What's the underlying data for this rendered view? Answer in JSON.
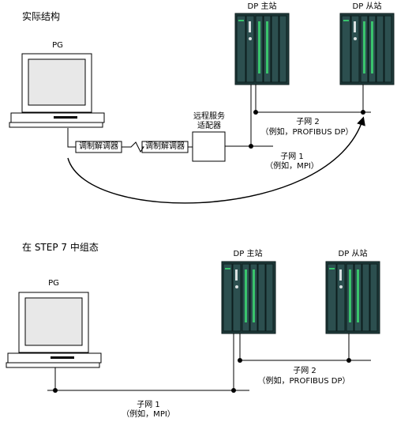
{
  "colors": {
    "plc_body": "#1f3b3b",
    "plc_module": "#2c4f4f",
    "plc_green": "#39c46c",
    "plc_line": "#0d1e1e",
    "pc_screen": "#e8e8e8",
    "line": "#000000"
  },
  "real": {
    "heading": "实际结构",
    "pg_label": "PG",
    "master_label": "DP 主站",
    "slave_label": "DP 从站",
    "modem1_label": "调制解调器",
    "modem2_label": "调制解调器",
    "remote_label_1": "远程服务",
    "remote_label_2": "适配器",
    "subnet2_name": "子网 2",
    "subnet2_detail": "（例如，PROFIBUS DP）",
    "subnet1_name": "子网 1",
    "subnet1_detail": "（例如，MPI）"
  },
  "step7": {
    "heading": "在 STEP 7 中组态",
    "pg_label": "PG",
    "master_label": "DP 主站",
    "slave_label": "DP 从站",
    "subnet2_name": "子网 2",
    "subnet2_detail": "（例如，PROFIBUS DP）",
    "subnet1_name": "子网 1",
    "subnet1_detail": "（例如，MPI）"
  }
}
